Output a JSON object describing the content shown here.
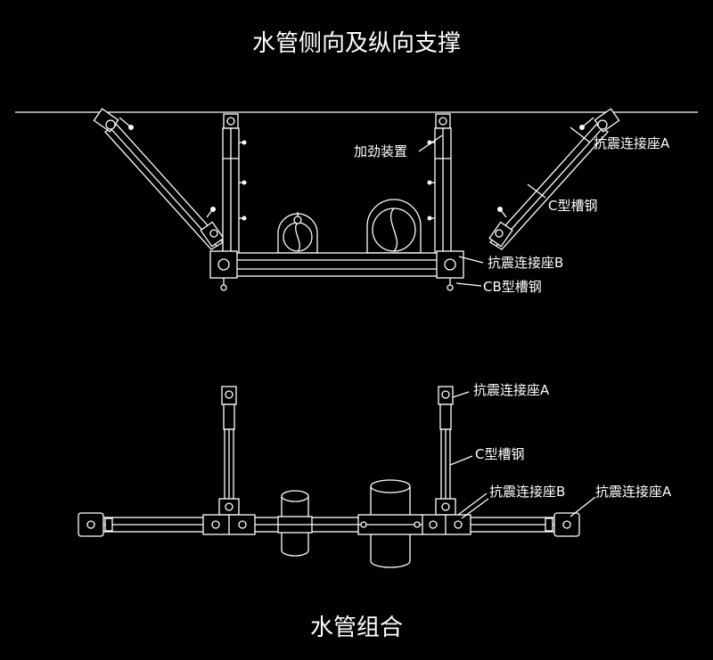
{
  "titles": {
    "top": "水管侧向及纵向支撑",
    "bottom": "水管组合"
  },
  "labels": {
    "upper_connector_a": "抗震连接座A",
    "stiffener": "加劲装置",
    "upper_c_channel": "C型槽钢",
    "upper_connector_b": "抗震连接座B",
    "cb_channel": "CB型槽钢",
    "lower_connector_a_top": "抗震连接座A",
    "lower_c_channel": "C型槽钢",
    "lower_connector_b": "抗震连接座B",
    "lower_connector_a_right": "抗震连接座A"
  }
}
